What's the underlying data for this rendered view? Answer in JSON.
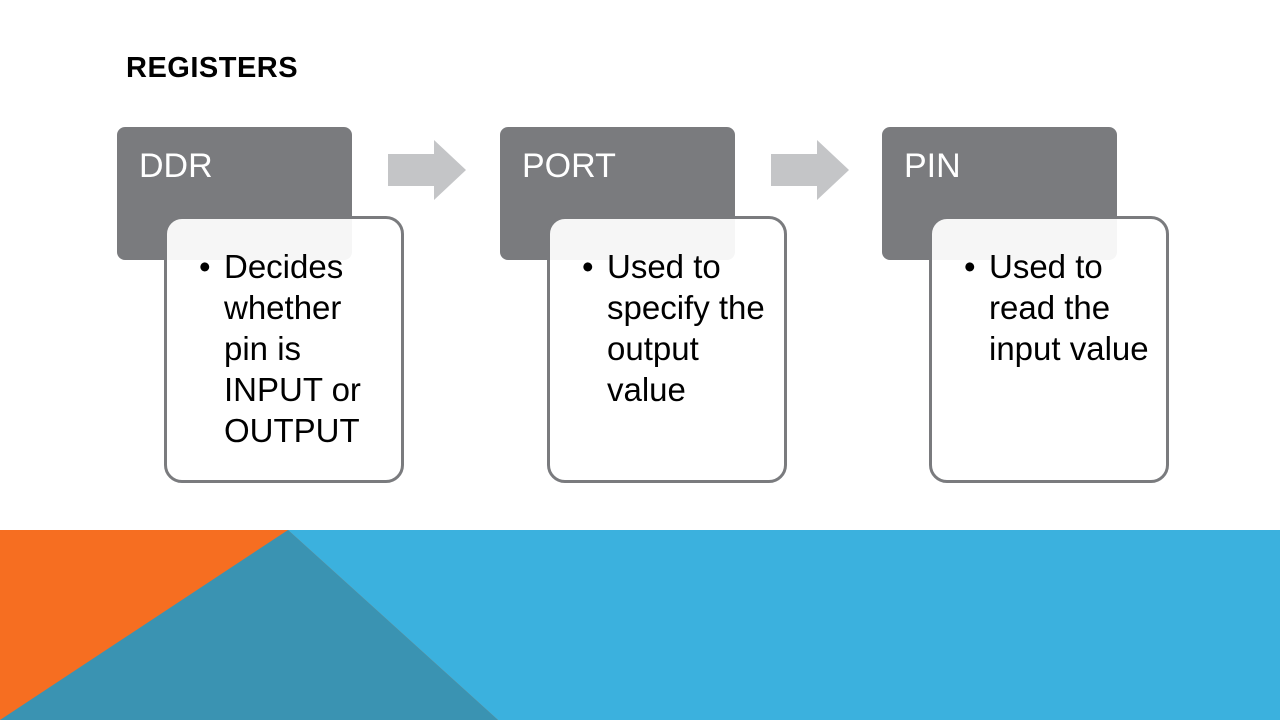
{
  "title": "REGISTERS",
  "steps": [
    {
      "label": "DDR",
      "bullet": "Decides whether pin is INPUT or OUTPUT"
    },
    {
      "label": "PORT",
      "bullet": "Used to specify the output value"
    },
    {
      "label": "PIN",
      "bullet": "Used to read the input value"
    }
  ],
  "colors": {
    "header_fill": "#7a7b7e",
    "arrow_fill": "#c4c5c7",
    "band_blue": "#3bb1de",
    "band_dark_blue": "#3a93b2",
    "band_orange": "#f66e21"
  }
}
